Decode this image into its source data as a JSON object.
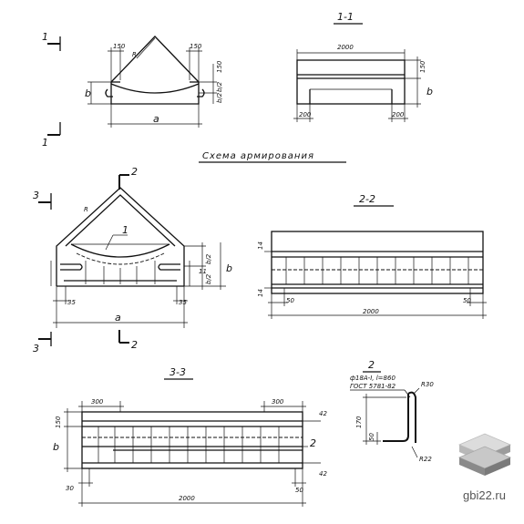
{
  "colors": {
    "ink": "#111111",
    "logo_light": "#d9d9d9",
    "logo_dark": "#7f7f7f",
    "logo_text": "#555555"
  },
  "sections": {
    "cut_1_1": "1-1",
    "cut_2_2": "2-2",
    "cut_3_3": "3-3",
    "detail_2": "2",
    "marker_1": "1",
    "marker_2": "2",
    "marker_3": "3"
  },
  "scheme_title": "Схема армирования",
  "dims": {
    "d150": "150",
    "d2000": "2000",
    "d200": "200",
    "d300": "300",
    "d35": "35",
    "d50": "50",
    "d30": "30",
    "d42": "42",
    "d14": "14",
    "d11": "11",
    "d170": "170",
    "a": "a",
    "b": "b",
    "b2": "b/2",
    "R": "R",
    "pos1": "1",
    "pos2": "2",
    "R30": "R30",
    "R22": "R22"
  },
  "note": {
    "line1": "ф18А-I, l=860",
    "line2": "ГОСТ 5781-82"
  },
  "logo": {
    "site": "gbi22.ru",
    "icon": "stacked-slabs-icon"
  }
}
